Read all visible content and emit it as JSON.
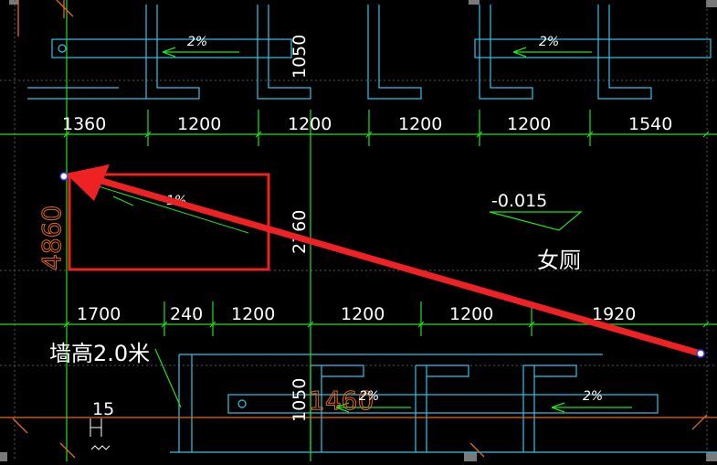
{
  "drawing": {
    "top_dimensions": [
      "1360",
      "1200",
      "1200",
      "1200",
      "1200",
      "1540"
    ],
    "mid_dimensions": [
      "1700",
      "240",
      "1200",
      "1200",
      "1200",
      "1920"
    ],
    "vertical_dimensions": {
      "top": "1050",
      "middle": "2760",
      "bottom": "1050",
      "left_orange": "4860",
      "bottom_orange": "1460"
    },
    "slopes": {
      "top_left": "2%",
      "top_right": "2%",
      "box": "1%",
      "bottom_left": "2%",
      "bottom_right": "2%"
    },
    "elevation": "-0.015",
    "room_label": "女厕",
    "wall_note": "墙高2.0米",
    "small_label": "15"
  },
  "colors": {
    "background": "#000000",
    "cyan": "#2fc4e8",
    "green": "#20e020",
    "white": "#ffffff",
    "annotation_red": "#ee2222",
    "orange": "#e2681f",
    "gray": "#7a7a7a"
  }
}
